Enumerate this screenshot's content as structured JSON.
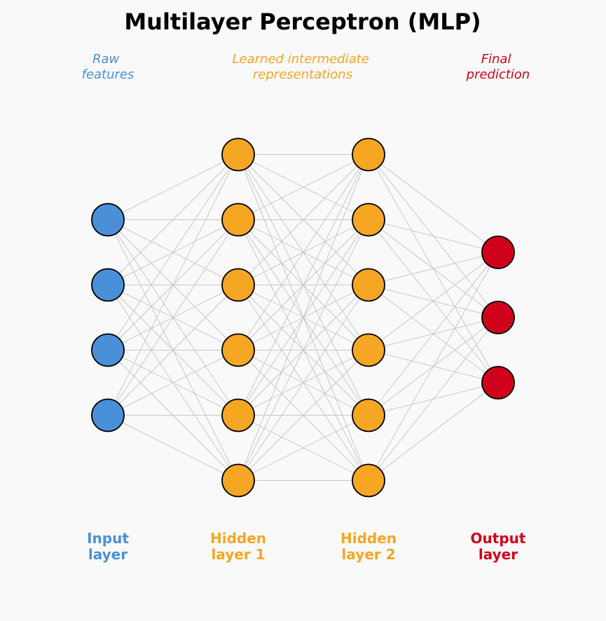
{
  "title": "Multilayer Perceptron (MLP)",
  "colors": {
    "input": "#4a90d9",
    "hidden": "#f5a623",
    "output": "#d0021b",
    "edge": "#c8c8c8",
    "node_stroke": "#000000",
    "background": "#f9f9f9"
  },
  "annotations": {
    "input": [
      "Raw",
      "features"
    ],
    "hidden": [
      "Learned intermediate",
      "representations"
    ],
    "output": [
      "Final",
      "prediction"
    ]
  },
  "layers": [
    {
      "id": "input",
      "label": [
        "Input",
        "layer"
      ],
      "nodes": 4,
      "color_key": "input"
    },
    {
      "id": "hidden1",
      "label": [
        "Hidden",
        "layer 1"
      ],
      "nodes": 6,
      "color_key": "hidden"
    },
    {
      "id": "hidden2",
      "label": [
        "Hidden",
        "layer 2"
      ],
      "nodes": 6,
      "color_key": "hidden"
    },
    {
      "id": "output",
      "label": [
        "Output",
        "layer"
      ],
      "nodes": 3,
      "color_key": "output"
    }
  ]
}
